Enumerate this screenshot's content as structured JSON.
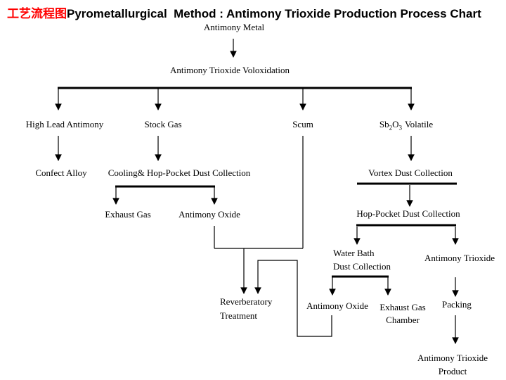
{
  "title": {
    "cn": "工艺流程图",
    "en": "Pyrometallurgical  Method : Antimony Trioxide Production Process Chart"
  },
  "colors": {
    "title_cn": "#ff0000",
    "ink": "#000000",
    "background": "#ffffff"
  },
  "nodes": {
    "antimony_metal": "Antimony Metal",
    "voloxidation": "Antimony Trioxide Voloxidation",
    "high_lead_antimony": "High Lead Antimony",
    "stock_gas": "Stock Gas",
    "scum": "Scum",
    "sb2o3_volatile": {
      "base1": "Sb",
      "sub1": "2",
      "base2": "O",
      "sub2": "3",
      "suffix": "Volatile"
    },
    "confect_alloy": "Confect Alloy",
    "cooling_hop_pocket": "Cooling& Hop-Pocket Dust Collection",
    "vortex_dust_collection": "Vortex Dust Collection",
    "exhaust_gas": "Exhaust Gas",
    "antimony_oxide_a": "Antimony Oxide",
    "hop_pocket_dust_collection": "Hop-Pocket Dust Collection",
    "water_bath_dust_collection": {
      "line1": "Water Bath",
      "line2": "Dust Collection"
    },
    "antimony_trioxide": "Antimony Trioxide",
    "antimony_oxide_b": "Antimony Oxide",
    "exhaust_gas_chamber": {
      "line1": "Exhaust Gas",
      "line2": "Chamber"
    },
    "packing": "Packing",
    "reverberatory_treatment": {
      "line1": "Reverberatory",
      "line2": "Treatment"
    },
    "antimony_trioxide_product": {
      "line1": "Antimony Trioxide",
      "line2": "Product"
    }
  },
  "edges": [
    "Antimony Metal -> Antimony Trioxide Voloxidation",
    "Antimony Trioxide Voloxidation -> High Lead Antimony | Stock Gas | Scum | Sb2O3 Volatile",
    "High Lead Antimony -> Confect Alloy",
    "Stock Gas -> Cooling& Hop-Pocket Dust Collection -> Exhaust Gas | Antimony Oxide",
    "Antimony Oxide + Scum -> Reverberatory Treatment",
    "Sb2O3 Volatile -> Vortex Dust Collection -> Hop-Pocket Dust Collection",
    "Hop-Pocket Dust Collection -> Water Bath Dust Collection | Antimony Trioxide",
    "Water Bath Dust Collection -> Antimony Oxide | Exhaust Gas Chamber",
    "Antimony Oxide -> Reverberatory Treatment",
    "Antimony Trioxide -> Packing -> Antimony Trioxide Product"
  ]
}
